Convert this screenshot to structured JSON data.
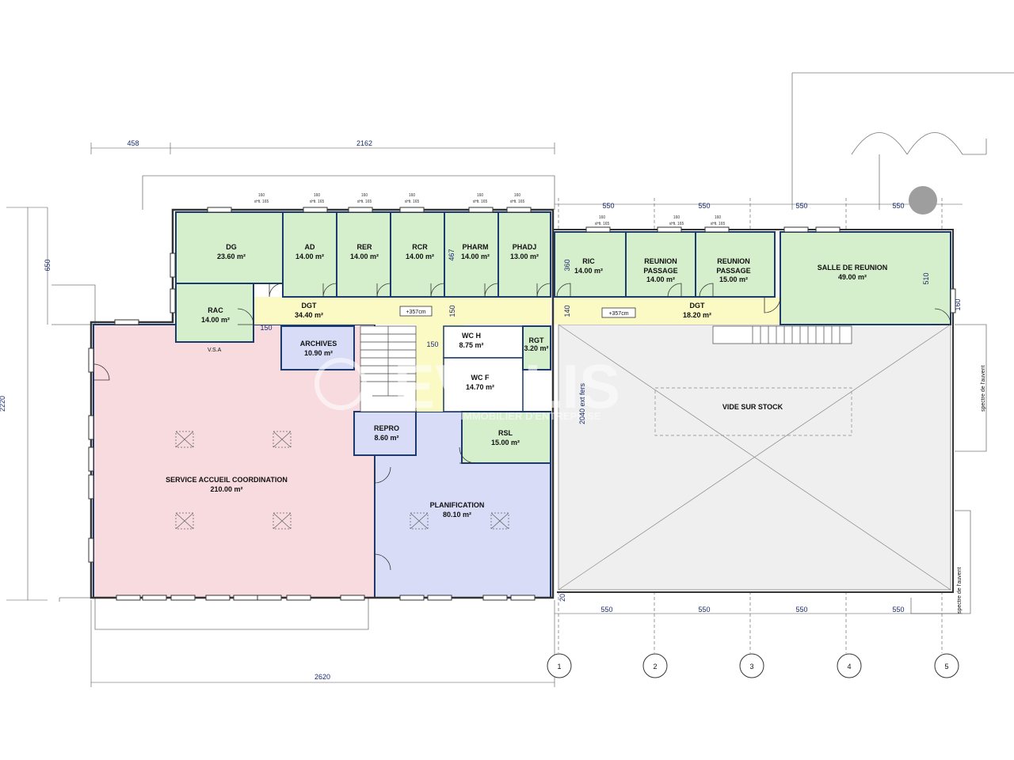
{
  "rooms": [
    {
      "name": "DG",
      "area": "23.60 m²"
    },
    {
      "name": "AD",
      "area": "14.00 m²"
    },
    {
      "name": "RER",
      "area": "14.00 m²"
    },
    {
      "name": "RCR",
      "area": "14.00 m²"
    },
    {
      "name": "PHARM",
      "area": "14.00 m²"
    },
    {
      "name": "PHADJ",
      "area": "13.00 m²"
    },
    {
      "name": "RIC",
      "area": "14.00 m²"
    },
    {
      "name": "REUNION",
      "name2": "PASSAGE",
      "area": "14.00 m²"
    },
    {
      "name": "REUNION",
      "name2": "PASSAGE",
      "area": "15.00 m²"
    },
    {
      "name": "SALLE DE REUNION",
      "area": "49.00 m²"
    },
    {
      "name": "RAC",
      "area": "14.00 m²"
    },
    {
      "name": "DGT",
      "area": "34.40 m²"
    },
    {
      "name": "DGT",
      "area": "18.20 m²"
    },
    {
      "name": "ARCHIVES",
      "area": "10.90 m²"
    },
    {
      "name": "WC H",
      "area": "8.75 m²"
    },
    {
      "name": "RGT",
      "area": "3.20 m²"
    },
    {
      "name": "WC F",
      "area": "14.70 m²"
    },
    {
      "name": "REPRO",
      "area": "8.60 m²"
    },
    {
      "name": "RSL",
      "area": "15.00 m²"
    },
    {
      "name": "SERVICE ACCUEIL COORDINATION",
      "area": "210.00 m²"
    },
    {
      "name": "PLANIFICATION",
      "area": "80.10 m²"
    },
    {
      "name": "VIDE SUR STOCK",
      "area": ""
    }
  ],
  "dimensions": {
    "top_left": "458",
    "top_main": "2162",
    "left_650": "650",
    "left_total": "2220",
    "bottom_total": "2620",
    "bay": "550",
    "v467": "467",
    "v150a": "150",
    "v150b": "150",
    "v150c": "150",
    "v360": "360",
    "v140": "140",
    "v510": "510",
    "v2040": "2040 ext fers",
    "v20": "20",
    "v160": "160",
    "hbay": "160",
    "hsub": "xHt. 165"
  },
  "levels": {
    "dgt_left": "+357cm",
    "dgt_right": "+357cm"
  },
  "labels": {
    "vsa": "V.S.A",
    "spectre1": "spectre de l'auvent",
    "spectre2": "spectre de l'auvent"
  },
  "axes": [
    "1",
    "2",
    "3",
    "4",
    "5"
  ],
  "watermark": {
    "main": "EVOLIS",
    "sub": "IMMOBILIER D'ENTREPRISE"
  },
  "colors": {
    "green": "#d5efcd",
    "pink": "#f7dbdf",
    "blue": "#d8dcf6",
    "yellow": "#fbf9c4",
    "gray": "#efefef",
    "wall": "#1c3a6b"
  }
}
